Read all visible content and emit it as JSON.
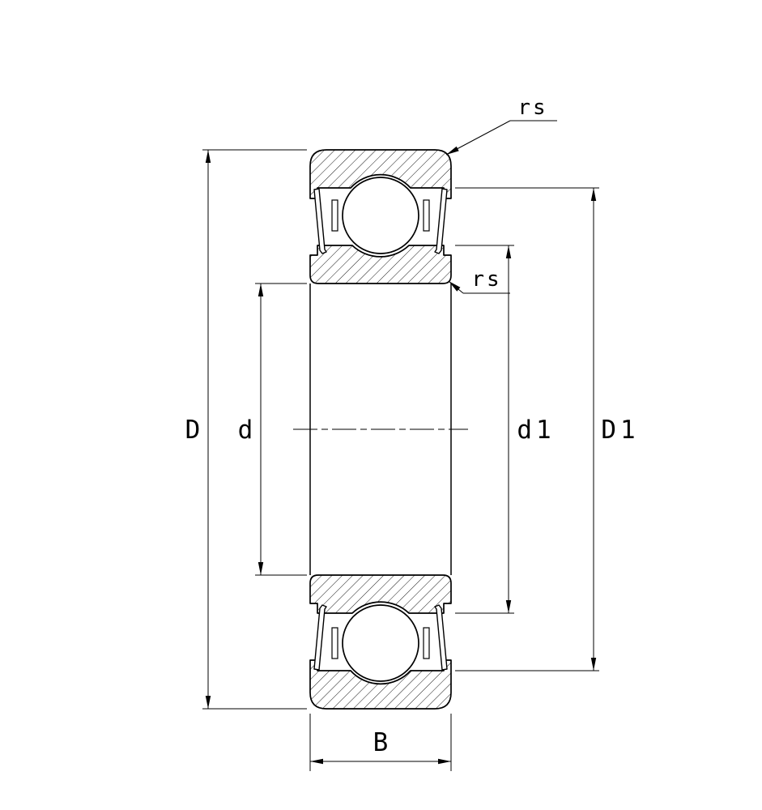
{
  "diagram": {
    "type": "bearing-cross-section-drawing",
    "background": "#ffffff",
    "line_color": "#000000",
    "labels": {
      "outer_diameter": "D",
      "bore_diameter": "d",
      "inner_ring_shoulder_diameter": "d1",
      "outer_ring_shoulder_diameter": "D1",
      "width": "B",
      "chamfer_outer": "rs",
      "chamfer_inner": "rs"
    }
  }
}
